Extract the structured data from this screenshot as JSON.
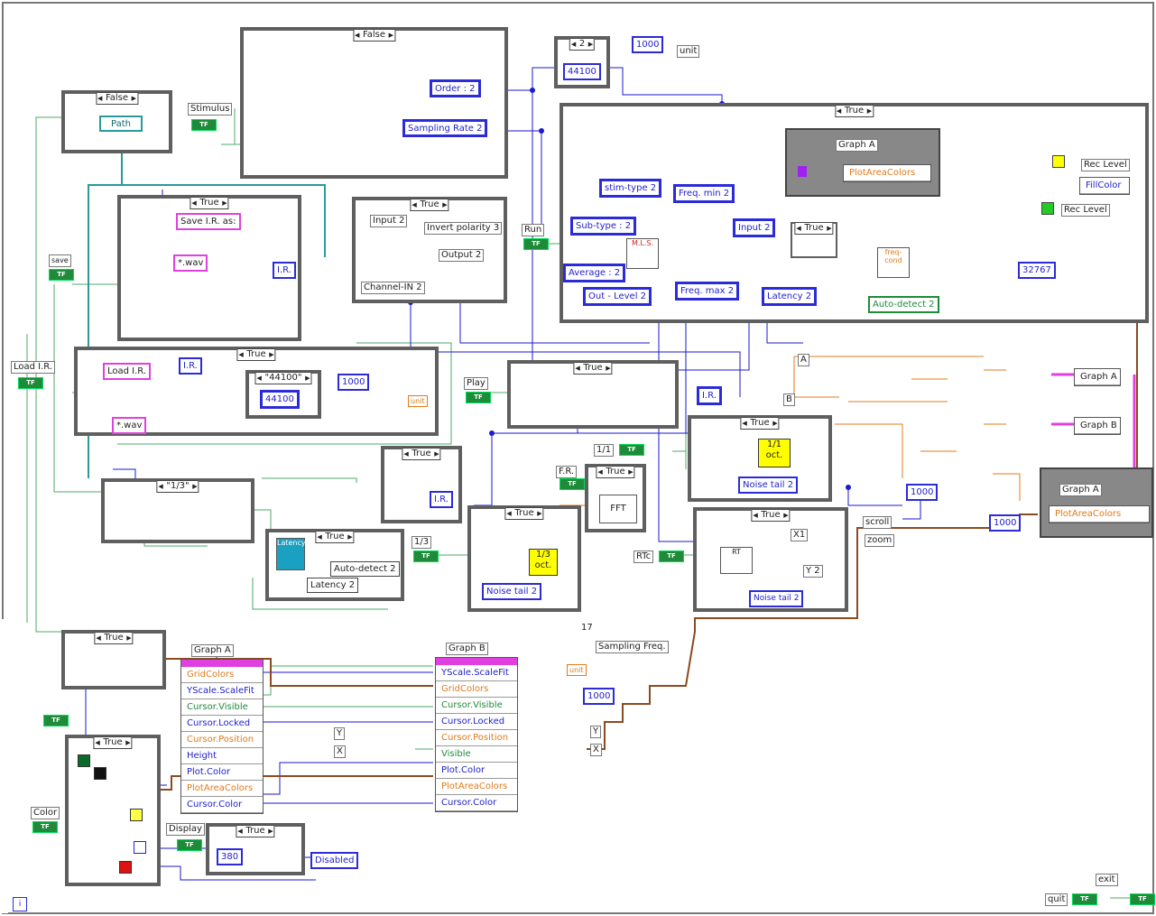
{
  "case_labels": {
    "false_top": "False",
    "false_path": "False",
    "true_main": "True",
    "true_save": "True",
    "true_invert": "True",
    "true_load": "True",
    "true_play": "True",
    "true_right_a": "True",
    "true_right_b": "True",
    "true_third": "True",
    "true_mid": "True",
    "true_fft": "True",
    "true_auto": "True",
    "true_graphA": "True",
    "true_color": "True",
    "true_display": "True",
    "true_inner": "True",
    "case_half": "\"1/3\"",
    "case_2": "2",
    "case_44100": "\"44100\""
  },
  "controls": {
    "path": "Path",
    "stimulus": "Stimulus",
    "order2": "Order : 2",
    "sampling_rate2": "Sampling Rate 2",
    "save_ir_as": "Save I.R. as:",
    "wav1": "*.wav",
    "wav2": "*.wav",
    "load_ir": "Load I.R.",
    "load_ir_label": "Load I.R.",
    "save_label": "save",
    "input2_a": "Input 2",
    "invert_polarity": "Invert polarity 3",
    "output2": "Output 2",
    "channel_in2": "Channel-IN 2",
    "run": "Run",
    "stim_type2": "stim-type 2",
    "freq_min2": "Freq. min 2",
    "sub_type2": "Sub-type : 2",
    "input2_b": "Input 2",
    "average2": "Average : 2",
    "out_level2": "Out - Level 2",
    "freq_max2": "Freq. max 2",
    "latency2_a": "Latency 2",
    "auto_detect2_a": "Auto-detect 2",
    "graph_a_top": "Graph A",
    "plot_area_colors": "PlotAreaColors",
    "rec_level": "Rec Level",
    "fill_color": "FillColor",
    "rec_level2": "Rec Level",
    "play": "Play",
    "ir_a": "I.R.",
    "ir_b": "I.R.",
    "ir_c": "I.R.",
    "ir_d": "I.R.",
    "oct1": "1/1 oct.",
    "oct3": "1/3 oct.",
    "noise_tail2_a": "Noise tail 2",
    "noise_tail2_b": "Noise tail 2",
    "noise_tail2_c": "Noise tail 2",
    "graph_a_right": "Graph A",
    "graph_b_right": "Graph B",
    "graph_a_film": "Graph A",
    "plot_area_colors2": "PlotAreaColors",
    "one_one": "1/1",
    "one_three": "1/3",
    "fr": "F.R.",
    "fft": "FFT",
    "rt": "RT",
    "rtc": "RTc",
    "scroll": "scroll",
    "zoom": "zoom",
    "auto_detect2_b": "Auto-detect 2",
    "latency2_b": "Latency 2",
    "sampling_freq": "Sampling Freq.",
    "unit_top": "unit",
    "unit_mid": "unit",
    "val_1000_a": "1000",
    "val_1000_b": "1000",
    "val_1000_c": "1000",
    "val_1000_d": "1000",
    "val_1000_e": "1000",
    "val_44100_a": "44100",
    "val_44100_b": "44100",
    "val_32767": "32767",
    "color": "Color",
    "display": "Display",
    "disabled": "Disabled",
    "graph_a_bottom": "Graph A",
    "graph_b_bottom": "Graph B",
    "exit": "exit",
    "quit": "quit",
    "a_label": "A",
    "b_label": "B",
    "x1": "X1",
    "y2": "Y 2",
    "y_a": "Y",
    "x_a": "X",
    "y_b": "Y",
    "x_b": "X",
    "val_380": "380",
    "t17": "17"
  },
  "graph_a_props": [
    "GridColors",
    "YScale.ScaleFit",
    "Cursor.Visible",
    "Cursor.Locked",
    "Cursor.Position",
    "Height",
    "Plot.Color",
    "PlotAreaColors",
    "Cursor.Color"
  ],
  "graph_b_props": [
    "YScale.ScaleFit",
    "GridColors",
    "Cursor.Visible",
    "Cursor.Locked",
    "Cursor.Position",
    "Visible",
    "Plot.Color",
    "PlotAreaColors",
    "Cursor.Color"
  ],
  "colors": {
    "wire_blue": "#1a1ad0",
    "wire_green": "#4ea86a",
    "wire_orange": "#e07b1a",
    "wire_brown": "#8b4a1f",
    "wire_pink": "#e040e0",
    "frame": "#5f5f5f"
  }
}
